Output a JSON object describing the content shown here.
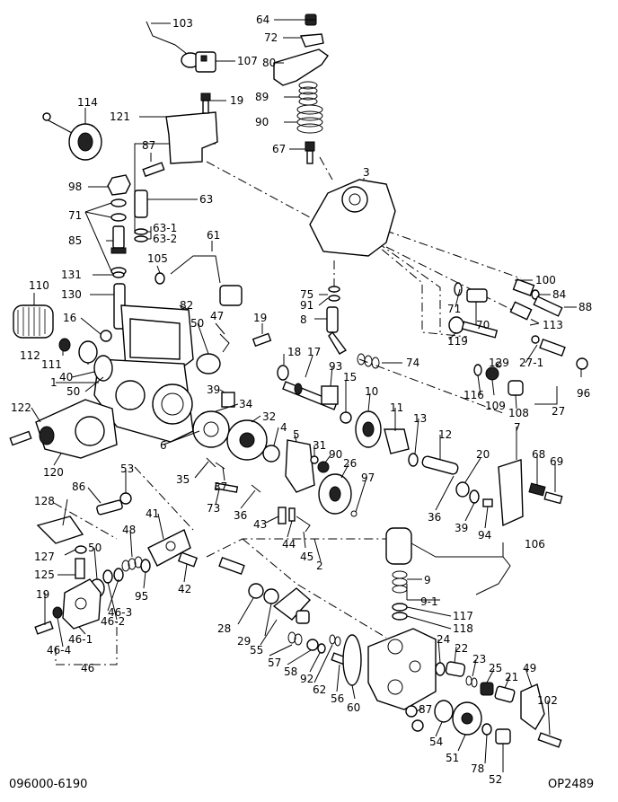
{
  "footer": {
    "part_number": "096000-6190",
    "drawing_code": "OP2489"
  },
  "labels": {
    "l103": "103",
    "l64": "64",
    "l72": "72",
    "l107": "107",
    "l80": "80",
    "l114": "114",
    "l19a": "19",
    "l121": "121",
    "l89": "89",
    "l90": "90",
    "l87a": "87",
    "l67": "67",
    "l3": "3",
    "l98": "98",
    "l63": "63",
    "l71a": "71",
    "l63_1": "63-1",
    "l63_2": "63-2",
    "l85": "85",
    "l61": "61",
    "l105": "105",
    "l131": "131",
    "l110": "110",
    "l100": "100",
    "l84": "84",
    "l130": "130",
    "l75": "75",
    "l91": "91",
    "l82": "82",
    "l88": "88",
    "l71b": "71",
    "l70": "70",
    "l16": "16",
    "l50a": "50",
    "l47": "47",
    "l8": "8",
    "l113": "113",
    "l19b": "19",
    "l119": "119",
    "l112": "112",
    "l111": "111",
    "l18": "18",
    "l17": "17",
    "l93": "93",
    "l74": "74",
    "l129": "129",
    "l27_1": "27-1",
    "l40": "40",
    "l1": "1",
    "l15": "15",
    "l116": "116",
    "l96": "96",
    "l50b": "50",
    "l39": "39",
    "l10": "10",
    "l109": "109",
    "l122": "122",
    "l34": "34",
    "l11": "11",
    "l108": "108",
    "l32": "32",
    "l27": "27",
    "l13": "13",
    "l7": "7",
    "l4": "4",
    "l5": "5",
    "l12": "12",
    "l6": "6",
    "l31": "31",
    "l90b": "90",
    "l20": "20",
    "l68": "68",
    "l69": "69",
    "l120": "120",
    "l35": "35",
    "l37": "37",
    "l26": "26",
    "l97": "97",
    "l53": "53",
    "l86": "86",
    "l36a": "36",
    "l39b": "39",
    "l94": "94",
    "l73": "73",
    "l36b": "36",
    "l128": "128",
    "l43": "43",
    "l41": "41",
    "l44": "44",
    "l2": "2",
    "l106": "106",
    "l48": "48",
    "l45": "45",
    "l127": "127",
    "l50c": "50",
    "l125": "125",
    "l9": "9",
    "l9_1": "9-1",
    "l95": "95",
    "l42": "42",
    "l46_3": "46-3",
    "l19c": "19",
    "l46_2": "46-2",
    "l117": "117",
    "l118": "118",
    "l28": "28",
    "l29": "29",
    "l55": "55",
    "l46_1": "46-1",
    "l24": "24",
    "l22": "22",
    "l57": "57",
    "l58": "58",
    "l92": "92",
    "l46_4": "46-4",
    "l23": "23",
    "l25": "25",
    "l49": "49",
    "l62": "62",
    "l21": "21",
    "l46": "46",
    "l56": "56",
    "l60": "60",
    "l102": "102",
    "l87b": "87",
    "l54": "54",
    "l51": "51",
    "l78": "78",
    "l52": "52"
  }
}
